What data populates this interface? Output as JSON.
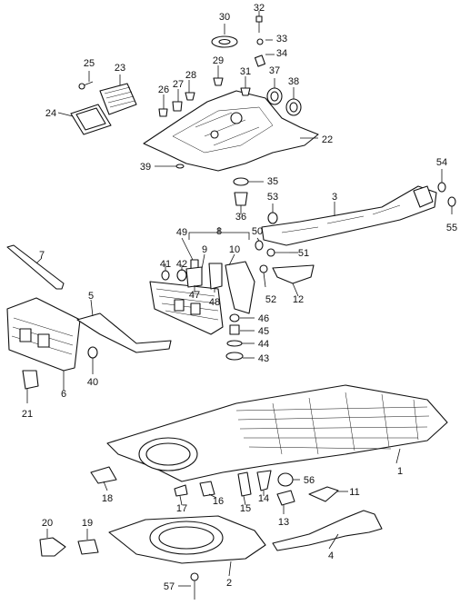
{
  "diagram": {
    "callouts": [
      "1",
      "2",
      "3",
      "4",
      "5",
      "6",
      "7",
      "8",
      "9",
      "10",
      "11",
      "12",
      "13",
      "14",
      "15",
      "16",
      "17",
      "18",
      "19",
      "20",
      "21",
      "22",
      "23",
      "24",
      "25",
      "26",
      "27",
      "28",
      "29",
      "30",
      "31",
      "32",
      "33",
      "34",
      "35",
      "36",
      "37",
      "38",
      "39",
      "40",
      "41",
      "42",
      "43",
      "44",
      "45",
      "46",
      "47",
      "48",
      "49",
      "50",
      "51",
      "52",
      "53",
      "54",
      "55",
      "56",
      "57"
    ]
  }
}
